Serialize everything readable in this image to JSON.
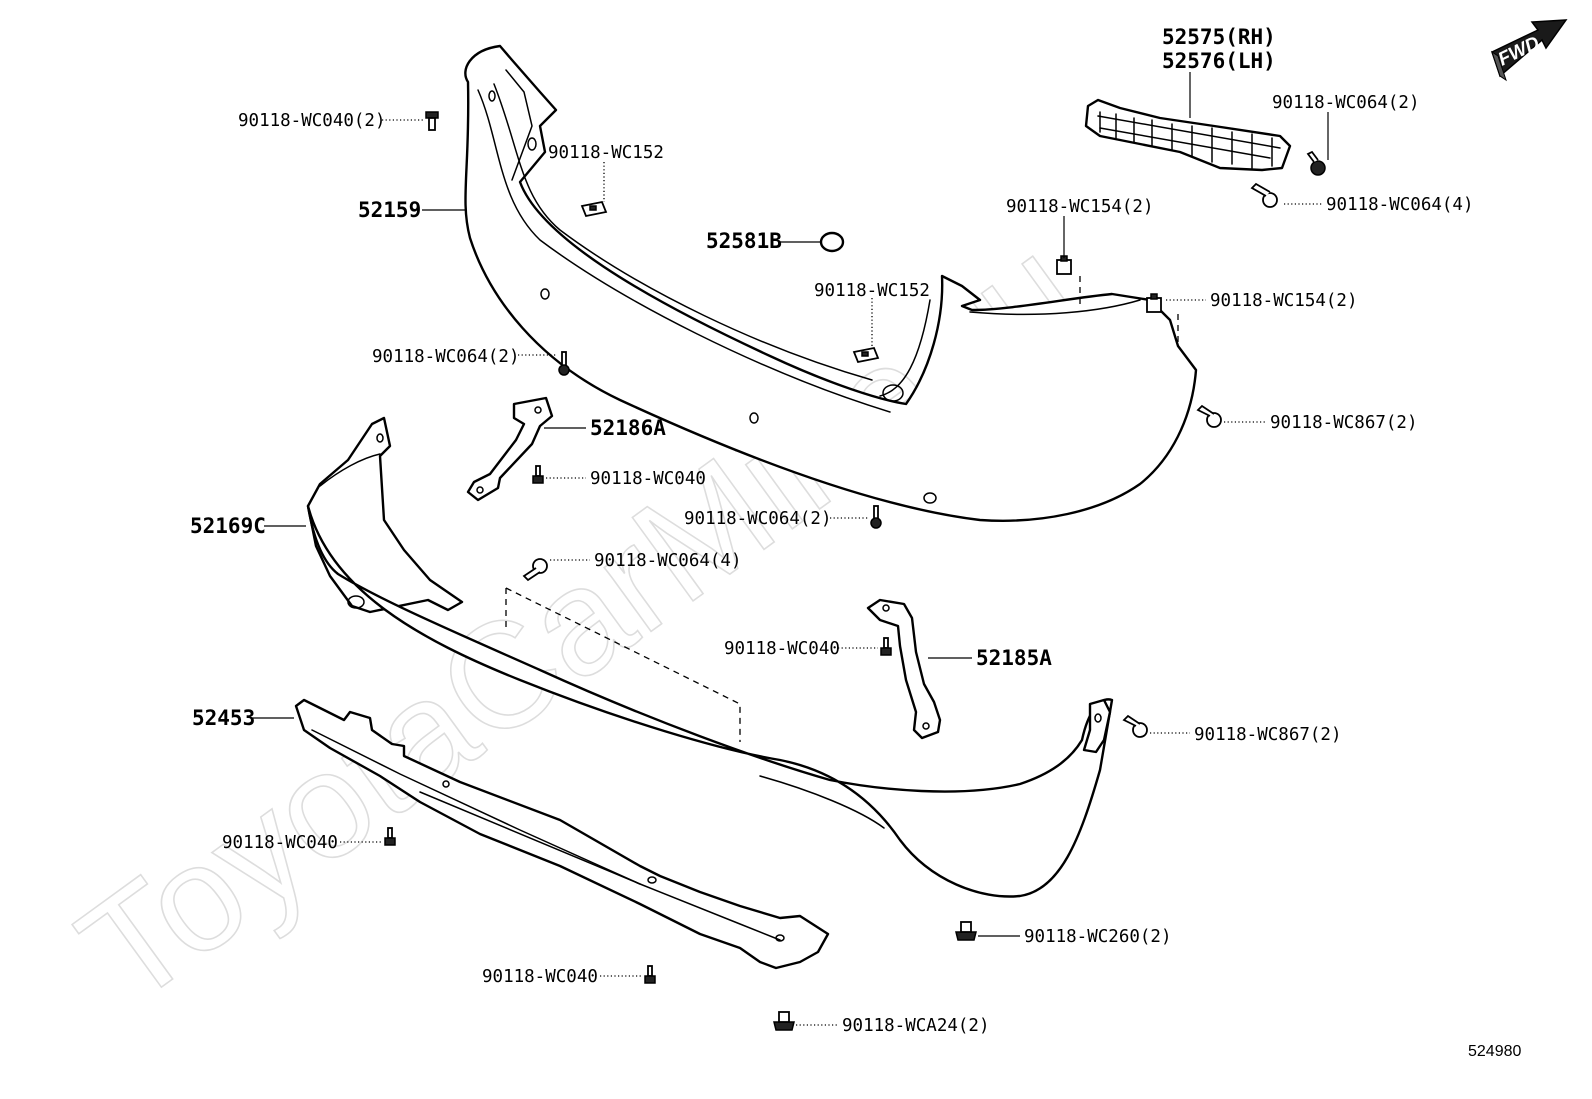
{
  "watermark": "ToyotaCarMine.ru",
  "fwd_badge": "FWD",
  "diagram_ref": "524980",
  "labels": {
    "p52575": "52575(RH)",
    "p52576": "52576(LH)",
    "p52159": "52159",
    "p52581b": "52581B",
    "p52186a": "52186A",
    "p52169c": "52169C",
    "p52185a": "52185A",
    "p52453": "52453",
    "wc040_2": "90118-WC040(2)",
    "wc152_a": "90118-WC152",
    "wc152_b": "90118-WC152",
    "wc064_2_tr": "90118-WC064(2)",
    "wc064_4_tr": "90118-WC064(4)",
    "wc154_2_a": "90118-WC154(2)",
    "wc154_2_b": "90118-WC154(2)",
    "wc064_2_l": "90118-WC064(2)",
    "wc867_2_a": "90118-WC867(2)",
    "wc040_a": "90118-WC040",
    "wc064_2_m": "90118-WC064(2)",
    "wc064_4_m": "90118-WC064(4)",
    "wc040_b": "90118-WC040",
    "wc867_2_b": "90118-WC867(2)",
    "wc040_c": "90118-WC040",
    "wc260_2": "90118-WC260(2)",
    "wc040_d": "90118-WC040",
    "wca24_2": "90118-WCA24(2)"
  }
}
